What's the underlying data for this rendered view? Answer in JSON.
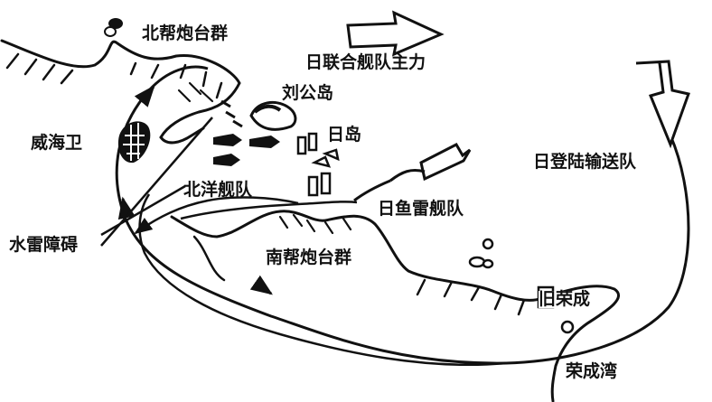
{
  "map": {
    "labels": {
      "north_forts": "北帮炮台群",
      "japan_main_fleet": "日联合舰队主力",
      "liugong_island": "刘公岛",
      "weihaiwei": "威海卫",
      "ri_island": "日岛",
      "beiyang_fleet": "北洋舰队",
      "japan_landing_fleet": "日登陆输送队",
      "japan_torpedo_fleet": "日鱼雷舰队",
      "mine_barrier": "水雷障碍",
      "south_forts": "南帮炮台群",
      "old_rongcheng": "旧荣成",
      "rongcheng_bay": "荣成湾"
    },
    "colors": {
      "ink": "#111111",
      "paper": "#ffffff"
    }
  }
}
